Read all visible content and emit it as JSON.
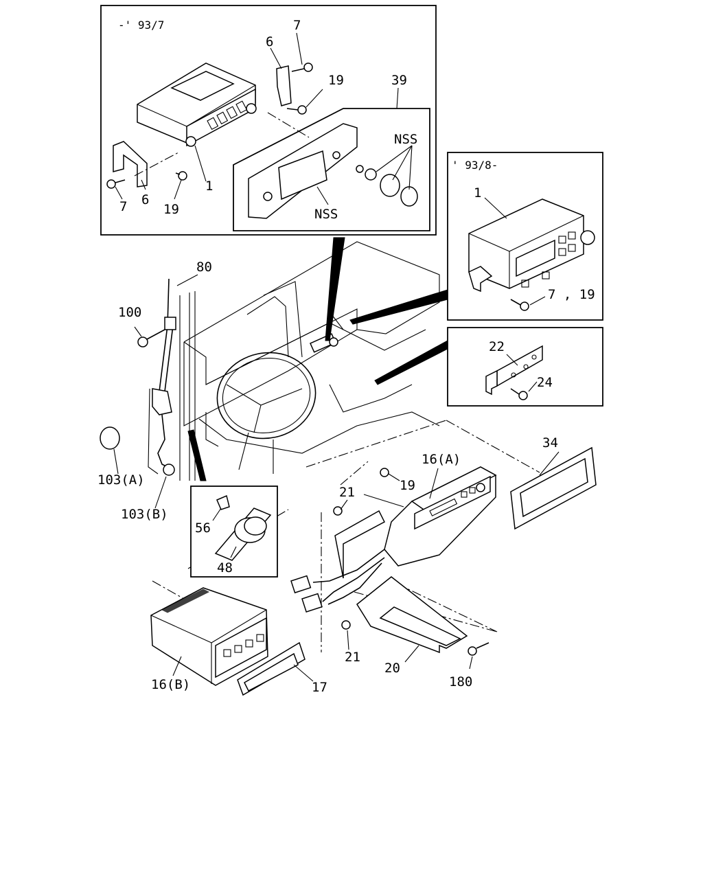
{
  "panels": {
    "top_left_header": "-' 93/7",
    "top_right_header": "' 93/8-"
  },
  "callouts": [
    {
      "id": "c-7a",
      "text": "7"
    },
    {
      "id": "c-6a",
      "text": "6"
    },
    {
      "id": "c-19a",
      "text": "19"
    },
    {
      "id": "c-39",
      "text": "39"
    },
    {
      "id": "c-nss-a",
      "text": "NSS"
    },
    {
      "id": "c-nss-b",
      "text": "NSS"
    },
    {
      "id": "c-1a",
      "text": "1"
    },
    {
      "id": "c-7b",
      "text": "7"
    },
    {
      "id": "c-6b",
      "text": "6"
    },
    {
      "id": "c-19b",
      "text": "19"
    },
    {
      "id": "c-1b",
      "text": "1"
    },
    {
      "id": "c-7-19",
      "text": "7 , 19"
    },
    {
      "id": "c-22",
      "text": "22"
    },
    {
      "id": "c-24",
      "text": "24"
    },
    {
      "id": "c-80",
      "text": "80"
    },
    {
      "id": "c-100",
      "text": "100"
    },
    {
      "id": "c-103a",
      "text": "103(A)"
    },
    {
      "id": "c-103b",
      "text": "103(B)"
    },
    {
      "id": "c-56",
      "text": "56"
    },
    {
      "id": "c-48",
      "text": "48"
    },
    {
      "id": "c-34",
      "text": "34"
    },
    {
      "id": "c-16a",
      "text": "16(A)"
    },
    {
      "id": "c-19c",
      "text": "19"
    },
    {
      "id": "c-21a",
      "text": "21"
    },
    {
      "id": "c-21b",
      "text": "21"
    },
    {
      "id": "c-20",
      "text": "20"
    },
    {
      "id": "c-180",
      "text": "180"
    },
    {
      "id": "c-16b",
      "text": "16(B)"
    },
    {
      "id": "c-17",
      "text": "17"
    }
  ]
}
